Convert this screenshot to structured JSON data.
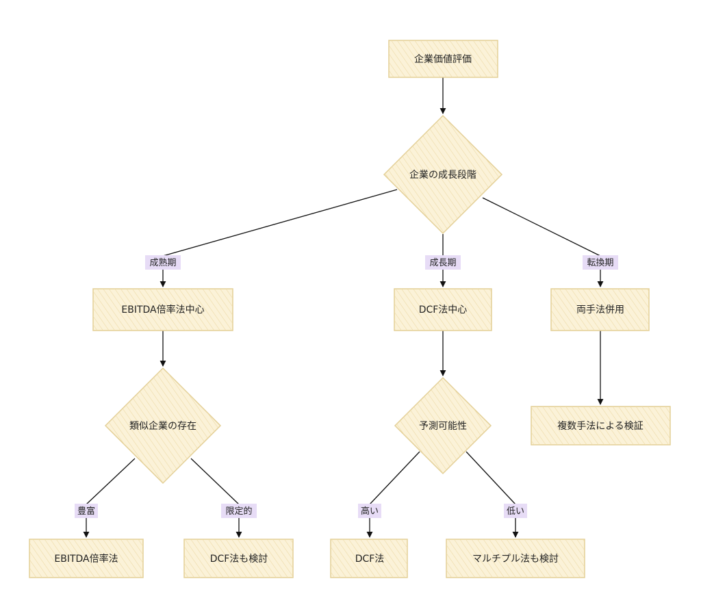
{
  "colors": {
    "node_fill": "#fbf2d8",
    "node_stroke": "#e3cf96",
    "hatch": "#ecd9a6",
    "edge": "#111111",
    "label_bg": "#e7dcf6"
  },
  "nodes": {
    "valuation": "企業価値評価",
    "growth_stage": "企業の成長段階",
    "ebitda_center": "EBITDA倍率法中心",
    "dcf_center": "DCF法中心",
    "both_methods": "両手法併用",
    "similar_companies": "類似企業の存在",
    "predictability": "予測可能性",
    "multi_verify": "複数手法による検証",
    "ebitda": "EBITDA倍率法",
    "dcf_also": "DCF法も検討",
    "dcf": "DCF法",
    "multiple_also": "マルチプル法も検討"
  },
  "edge_labels": {
    "mature": "成熟期",
    "growth": "成長期",
    "transition": "転換期",
    "abundant": "豊富",
    "limited": "限定的",
    "high": "高い",
    "low": "低い"
  }
}
